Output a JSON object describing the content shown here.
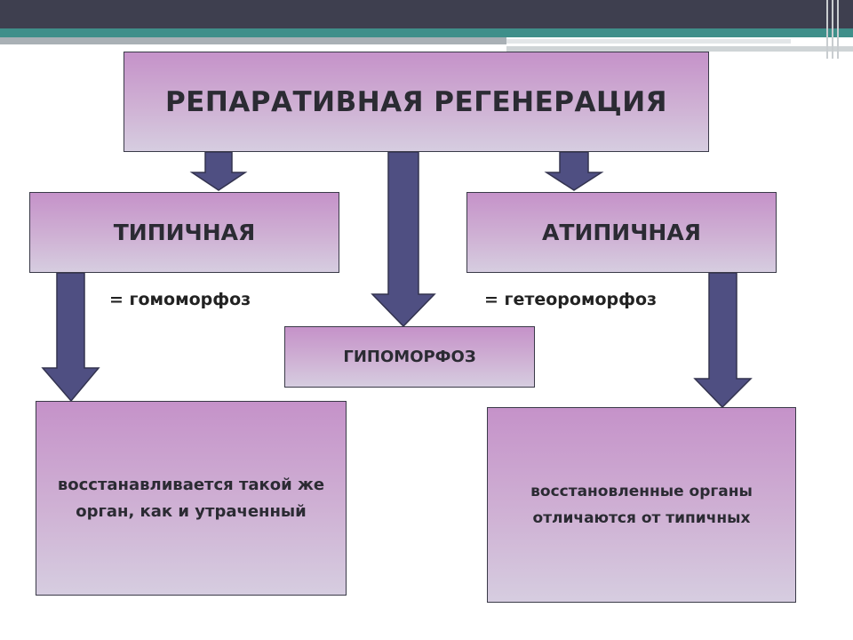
{
  "title": "РЕПАРАТИВНАЯ РЕГЕНЕРАЦИЯ",
  "typical": "ТИПИЧНАЯ",
  "atypical": "АТИПИЧНАЯ",
  "homomorphosis": "= гомоморфоз",
  "heteromorphosis": "= гетеороморфоз",
  "hypomorphosis": "ГИПОМОРФОЗ",
  "typical_result": "восстанавливается такой же орган, как и утраченный",
  "atypical_result": "восстановленные органы отличаются от типичных",
  "colors": {
    "box_top": "#c592c9",
    "box_bottom": "#d6cde0",
    "arrow": "#4f4f82",
    "header": "#3e3f4f",
    "accent": "#3f8f8a"
  }
}
